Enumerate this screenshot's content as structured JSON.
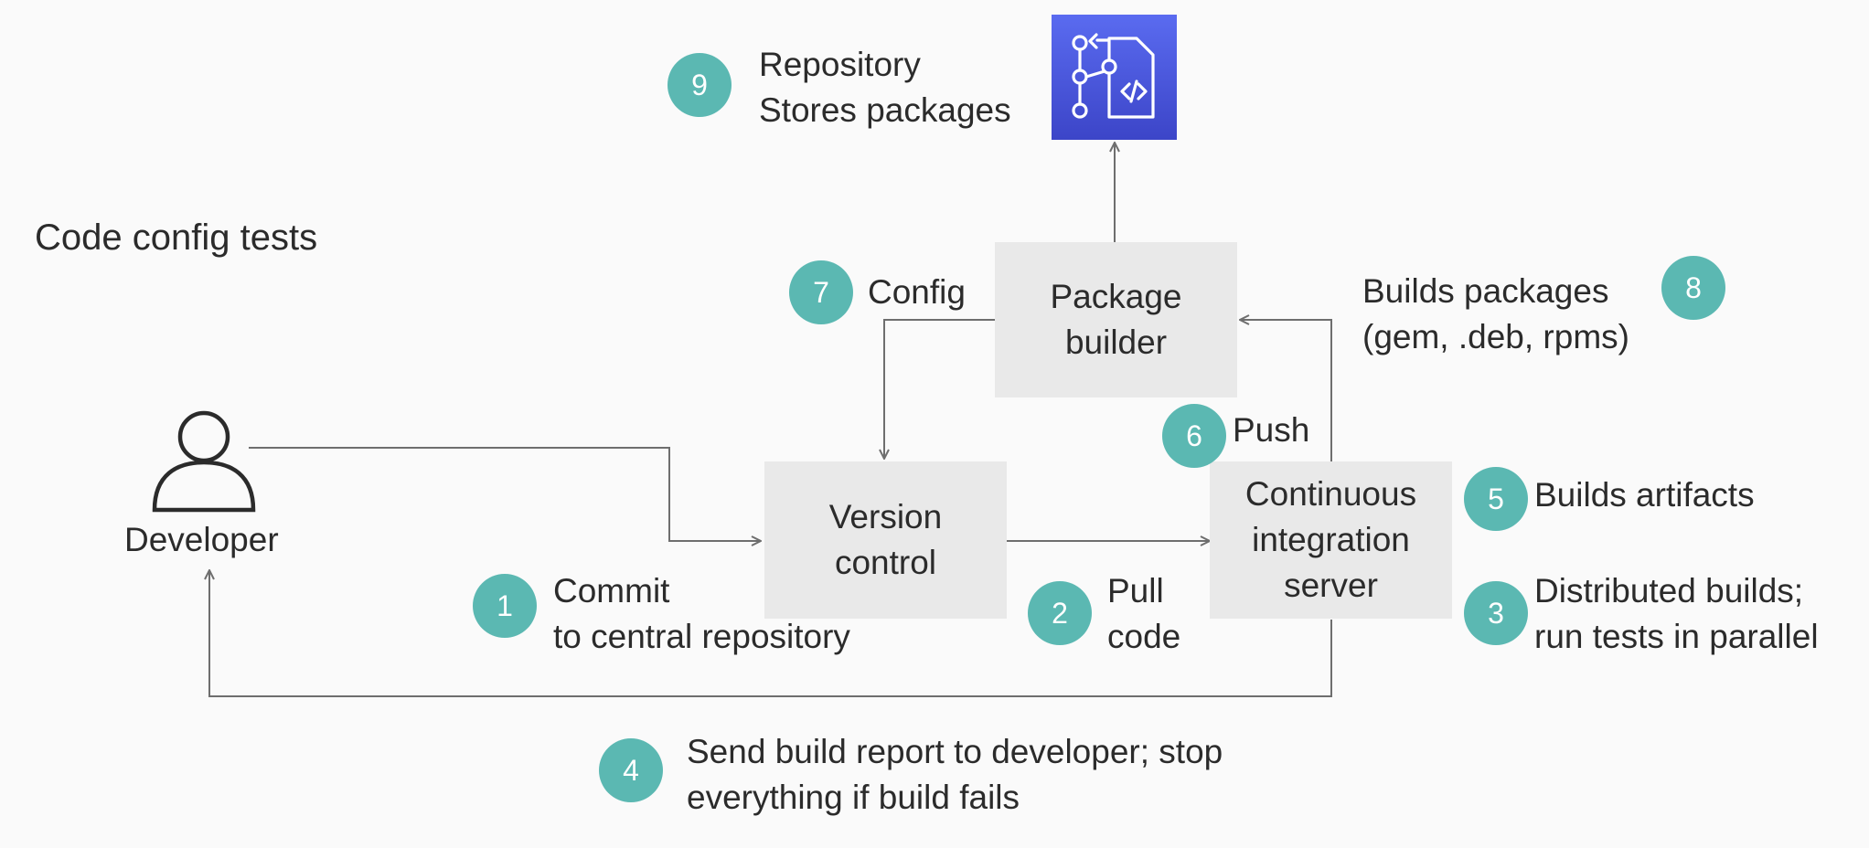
{
  "title": "Code config tests",
  "developer": {
    "label": "Developer"
  },
  "boxes": {
    "package_builder": [
      "Package",
      "builder"
    ],
    "version_control": [
      "Version",
      "control"
    ],
    "ci_server": [
      "Continuous",
      "integration",
      "server"
    ]
  },
  "steps": [
    {
      "num": "1",
      "lines": [
        "Commit",
        "to central repository"
      ]
    },
    {
      "num": "2",
      "lines": [
        "Pull",
        "code"
      ]
    },
    {
      "num": "3",
      "lines": [
        "Distributed builds;",
        "run tests in parallel"
      ]
    },
    {
      "num": "4",
      "lines": [
        "Send build report to developer; stop",
        "everything if build fails"
      ]
    },
    {
      "num": "5",
      "lines": [
        "Builds artifacts"
      ]
    },
    {
      "num": "6",
      "lines": [
        "Push"
      ]
    },
    {
      "num": "7",
      "lines": [
        "Config"
      ]
    },
    {
      "num": "8",
      "lines": [
        "Builds packages",
        "(gem, .deb, rpms)"
      ]
    },
    {
      "num": "9",
      "lines": [
        "Repository",
        "Stores packages"
      ]
    }
  ],
  "colors": {
    "badge": "#5bb8b2",
    "box": "#e9e9e9",
    "repository_icon": "#4a55e0",
    "connector": "#6e6e6e"
  },
  "icons": {
    "repository": "code-repository-icon",
    "developer": "user-icon"
  }
}
